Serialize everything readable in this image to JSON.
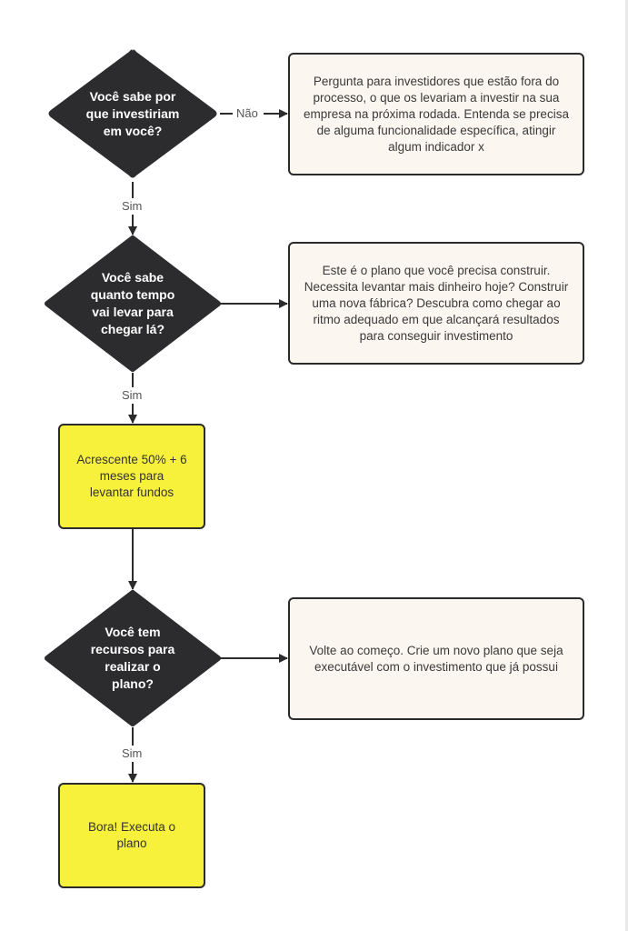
{
  "colors": {
    "decision_fill": "#2c2c2e",
    "step_fill": "#f7f13c",
    "note_fill": "#fbf6ef",
    "line": "#2b2b2b"
  },
  "decisions": [
    {
      "label": "Você sabe por que investiriam em você?"
    },
    {
      "label": "Você sabe quanto tempo vai levar para chegar lá?"
    },
    {
      "label": "Você tem recursos para realizar o plano?"
    }
  ],
  "notes": [
    {
      "text": "Pergunta para investidores que estão fora do processo, o que os levariam a investir na sua empresa na próxima rodada. Entenda se precisa de alguma funcionalidade específica, atingir algum indicador x"
    },
    {
      "text": "Este é o plano que você precisa construir. Necessita levantar mais dinheiro hoje? Construir uma nova fábrica? Descubra como chegar ao ritmo adequado em que alcançará resultados para conseguir investimento"
    },
    {
      "text": "Volte ao começo. Crie um novo plano que seja executável com o investimento que já possui"
    }
  ],
  "steps": [
    {
      "text": "Acrescente 50% + 6 meses para levantar fundos"
    },
    {
      "text": "Bora! Executa o plano"
    }
  ],
  "edge_labels": {
    "nao": "Não",
    "sim_1": "Sim",
    "sim_2": "Sim",
    "sim_3": "Sim"
  }
}
